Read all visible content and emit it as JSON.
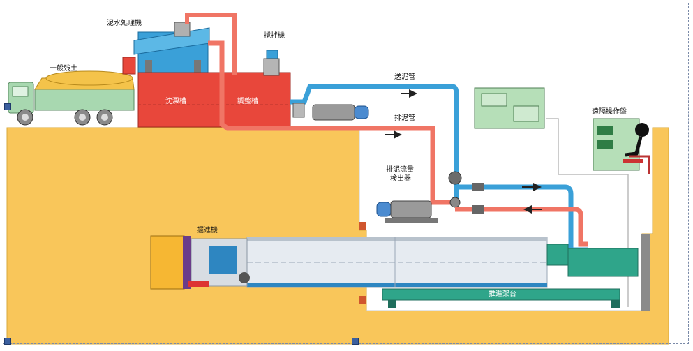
{
  "labels": {
    "slurry_treatment_machine": "泥水処理機",
    "stirrer": "撹拌機",
    "general_soil": "一般残土",
    "settling_tank": "沈澱槽",
    "adjustment_tank": "調整槽",
    "feed_pipe": "送泥管",
    "discharge_pipe": "排泥管",
    "flow_detector_line1": "排泥流量",
    "flow_detector_line2": "検出器",
    "remote_panel": "遠隔操作盤",
    "excavator": "掘進機",
    "jacking_base": "推進架台"
  },
  "colors": {
    "soil": "#f9c65a",
    "tank_red": "#e8473b",
    "feed_blue": "#3aa0d8",
    "discharge_red": "#f07565",
    "equipment_green": "#2fa58a",
    "truck_green": "#a8d8b0",
    "panel_green": "#b6dfb8"
  }
}
